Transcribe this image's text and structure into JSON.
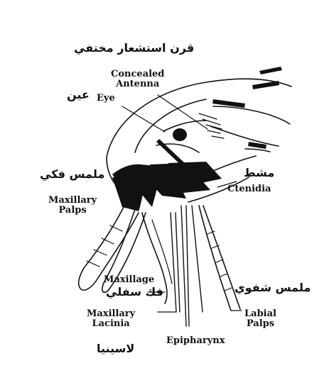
{
  "labels": {
    "concealed_antenna_ar": "قرن استشعار مختفي",
    "concealed_antenna_en_1": "Concealed",
    "concealed_antenna_en_2": "Antenna",
    "eye_ar": "عين",
    "eye_en": "Eye",
    "ctenidia_ar": "مشط",
    "ctenidia_en": "Ctenidia",
    "maxillary_palps_ar": "ملمس فكي",
    "maxillary_palps_en_1": "Maxillary",
    "maxillary_palps_en_2": "Palps",
    "maxillage_en": "Maxillage",
    "maxillage_ar": "فك سفلي",
    "maxillary_lacinia_en_1": "Maxillary",
    "maxillary_lacinia_en_2": "Lacinia",
    "lacinia_ar": "لاسينيا",
    "epipharynx_en": "Epipharynx",
    "labial_palps_ar": "ملمس شفوي",
    "labial_palps_en_1": "Labial",
    "labial_palps_en_2": "Palps"
  },
  "colors": {
    "ink": "#111111",
    "background": "#ffffff"
  }
}
